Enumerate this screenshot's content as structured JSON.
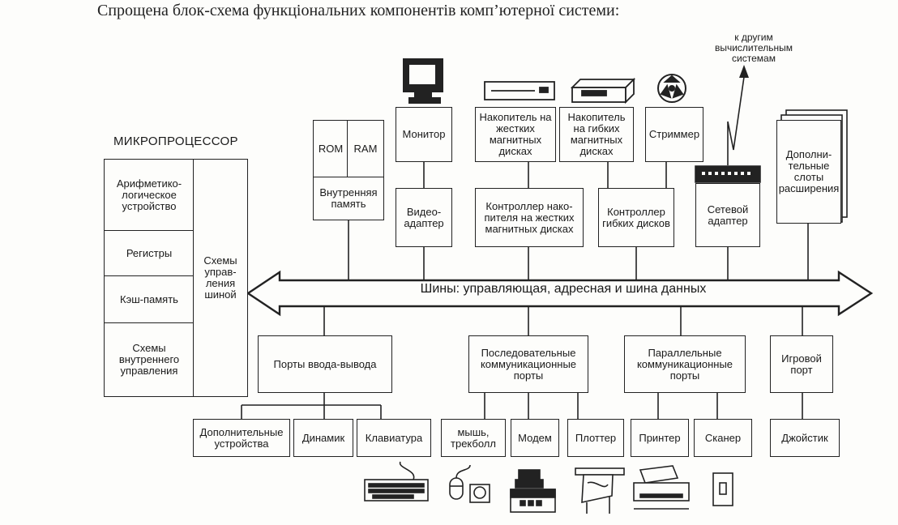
{
  "title": "Спрощена блок-схема функціональних компонентів комп’ютерної системи:",
  "microprocessor": {
    "heading": "МИКРОПРОЦЕССОР",
    "alu": "Арифметико-логическое устройство",
    "registers": "Регистры",
    "cache": "Кэш-память",
    "internal_control": "Схемы внутреннего управления",
    "bus_control": "Схемы управ-ления шиной"
  },
  "memory": {
    "rom": "ROM",
    "ram": "RAM",
    "internal": "Внутренняя память"
  },
  "top_devices": {
    "monitor": "Монитор",
    "hdd": "Накопитель на жестких магнитных дисках",
    "fdd": "Накопитель на гибких магнитных дисках",
    "streamer": "Стриммер",
    "expansion": "Дополни-тельные слоты расширения",
    "external": "к другим вычислительным системам"
  },
  "controllers": {
    "video": "Видео-адаптер",
    "hdd_ctrl": "Контроллер нако-пителя на жестких магнитных дисках",
    "fdd_ctrl": "Контроллер гибких дисков",
    "network": "Сетевой адаптер"
  },
  "bus": {
    "label": "Шины: управляющая, адресная и шина данных"
  },
  "ports": {
    "io": "Порты ввода-вывода",
    "serial": "Последовательные коммуникационные порты",
    "parallel": "Параллельные коммуникационные порты",
    "game": "Игровой порт"
  },
  "peripherals": {
    "extra": "Дополнительные устройства",
    "speaker": "Динамик",
    "keyboard": "Клавиатура",
    "mouse": "мышь, трекболл",
    "modem": "Модем",
    "plotter": "Плоттер",
    "printer": "Принтер",
    "scanner": "Сканер",
    "joystick": "Джойстик"
  }
}
